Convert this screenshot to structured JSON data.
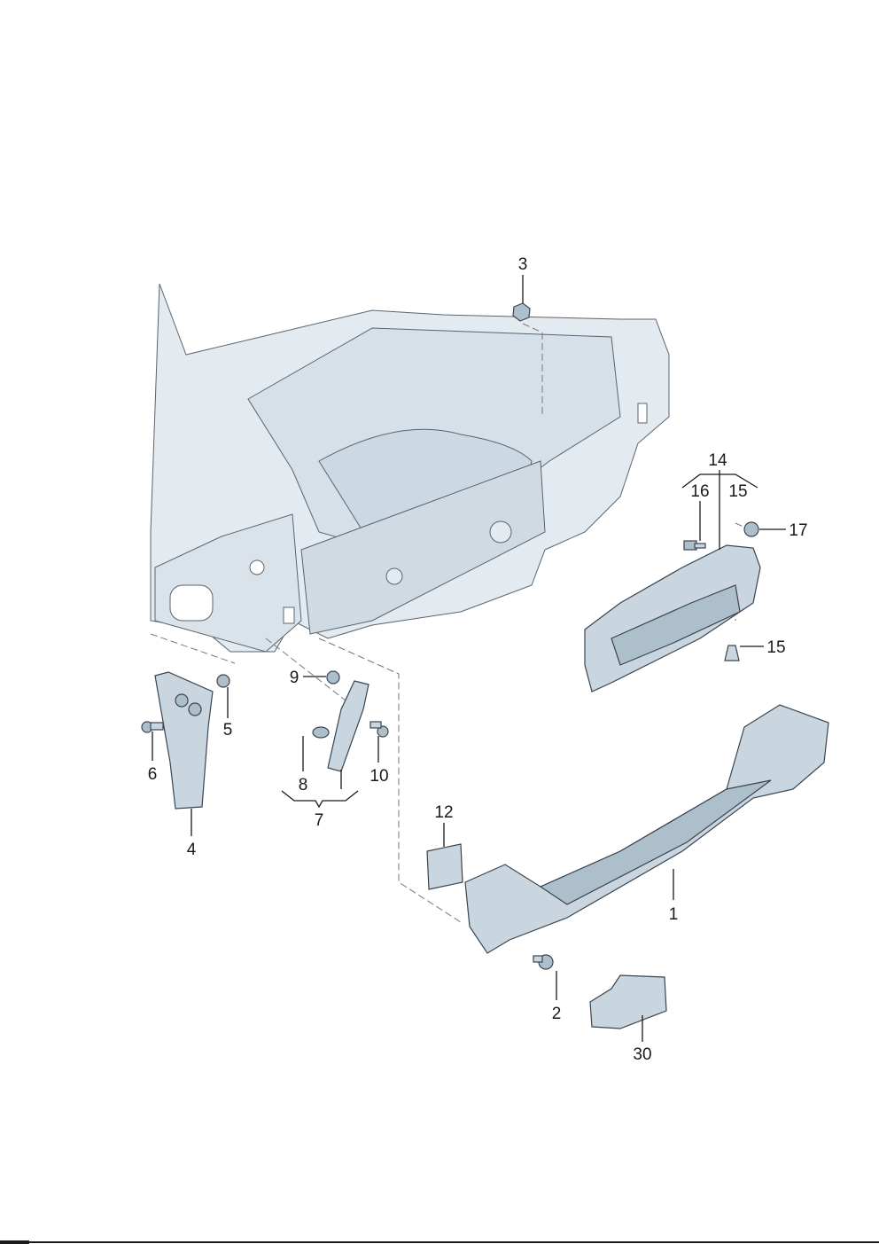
{
  "diagram": {
    "callouts": {
      "c1": "1",
      "c2": "2",
      "c3": "3",
      "c4": "4",
      "c5": "5",
      "c6": "6",
      "c7": "7",
      "c8": "8",
      "c9": "9",
      "c10": "10",
      "c12": "12",
      "c14": "14",
      "c15a": "15",
      "c15b": "15",
      "c16": "16",
      "c17": "17",
      "c30": "30"
    },
    "colors": {
      "part_fill": "#c9d6e0",
      "body_fill": "#e3eaf0",
      "line": "#1a1a1a"
    }
  }
}
